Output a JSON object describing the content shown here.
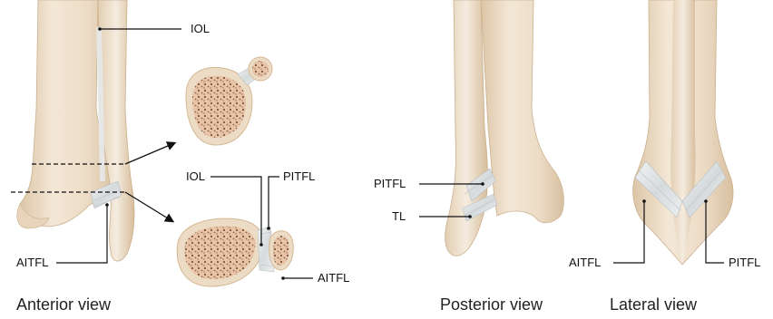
{
  "labels": {
    "iol_top": "IOL",
    "iol_mid": "IOL",
    "pitfl_mid": "PITFL",
    "aitfl_mid": "AITFL",
    "aitfl_ant": "AITFL",
    "pitfl_post": "PITFL",
    "tl_post": "TL",
    "aitfl_lat": "AITFL",
    "pitfl_lat": "PITFL"
  },
  "views": {
    "anterior": "Anterior view",
    "posterior": "Posterior view",
    "lateral": "Lateral view"
  },
  "colors": {
    "bone": "#ecdcc6",
    "bone_shadow": "#d9c3a6",
    "bone_highlight": "#f7eee2",
    "cancellous": "#e6b99a",
    "ligament": "#dfe3e4",
    "ligament_shadow": "#b9bfc2",
    "line": "#111111"
  }
}
